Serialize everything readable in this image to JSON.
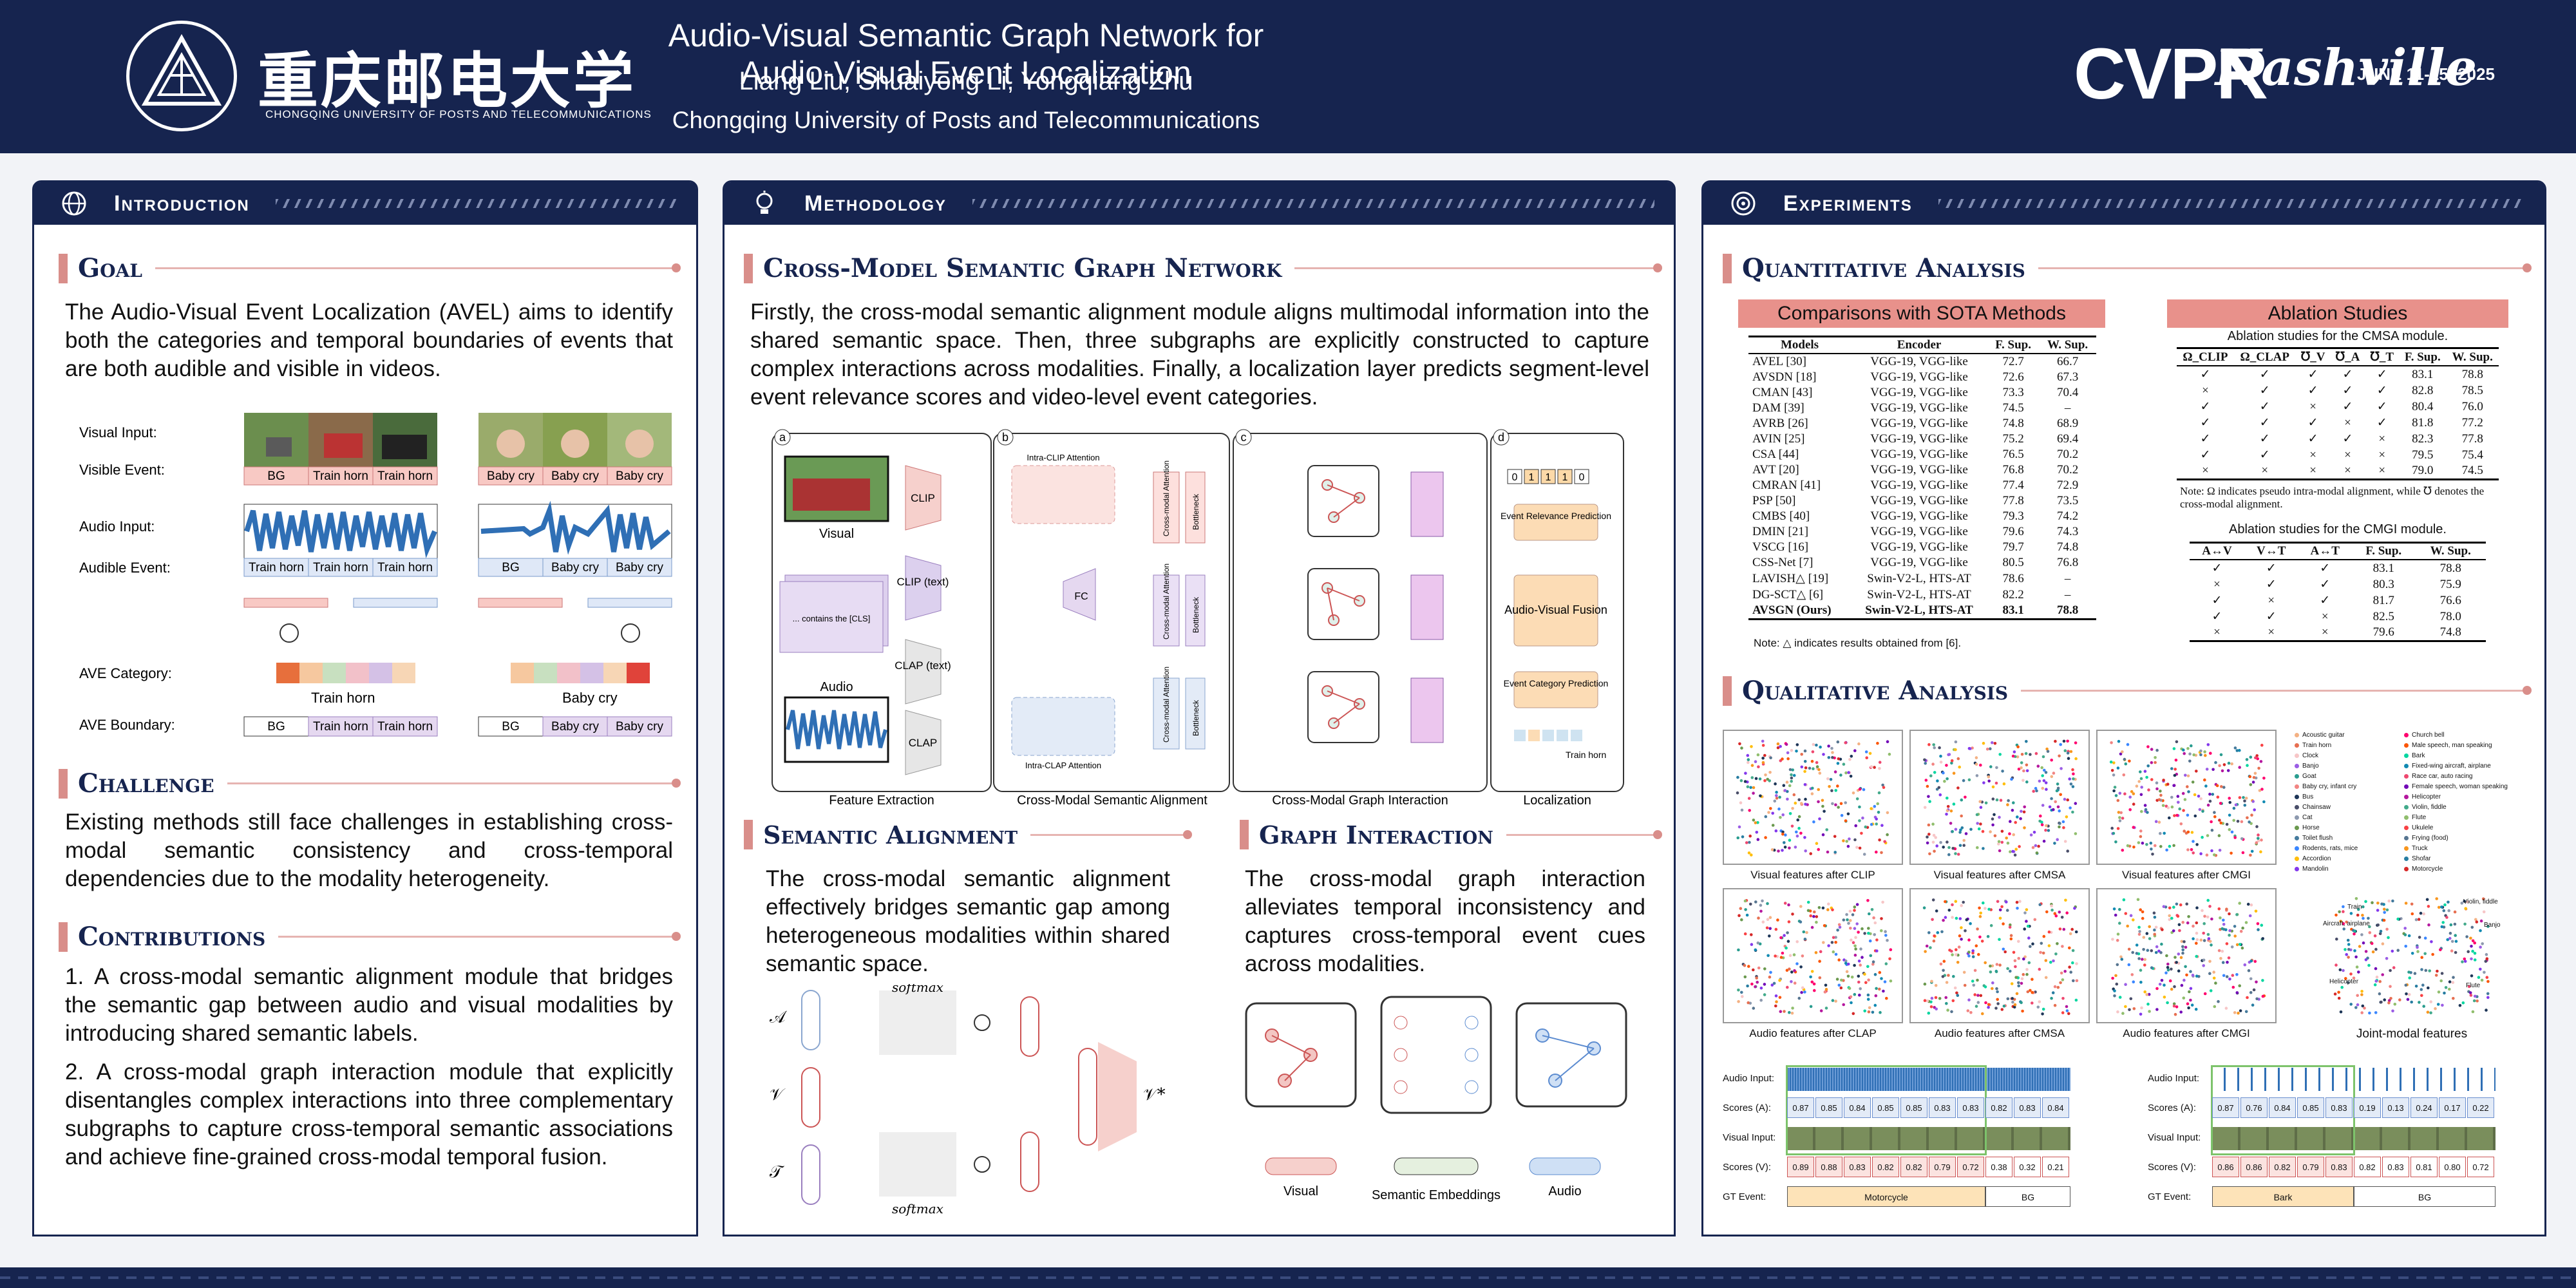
{
  "header": {
    "title": "Audio-Visual Semantic Graph Network for Audio-Visual Event Localization",
    "authors": "Liang Liu, Shuaiyong Li, Yongqiang Zhu",
    "affiliation": "Chongqing University of Posts and Telecommunications",
    "university_cn": "重庆邮电大学",
    "university_en": "CHONGQING UNIVERSITY OF POSTS AND TELECOMMUNICATIONS",
    "conf": "CVPR",
    "conf_city": "Nashville",
    "conf_dates": "JUNE 11-15, 2025"
  },
  "intro": {
    "heading": "Introduction",
    "goal_title": "Goal",
    "goal_text": "The Audio-Visual Event Localization (AVEL) aims to identify both the categories and temporal boundaries of events that are both audible and visible in videos.",
    "fig_labels": {
      "visual_input": "Visual Input:",
      "visible_event": "Visible Event:",
      "audio_input": "Audio Input:",
      "audible_event": "Audible Event:",
      "ave_category": "AVE Category:",
      "ave_boundary": "AVE Boundary:",
      "left_visible": [
        "BG",
        "Train horn",
        "Train horn"
      ],
      "right_visible": [
        "Baby cry",
        "Baby cry",
        "Baby cry"
      ],
      "left_audible": [
        "Train horn",
        "Train horn",
        "Train horn"
      ],
      "right_audible": [
        "BG",
        "Baby cry",
        "Baby cry"
      ],
      "left_category": "Train horn",
      "right_category": "Baby cry",
      "left_boundary": [
        "BG",
        "Train horn",
        "Train horn"
      ],
      "right_boundary": [
        "BG",
        "Baby cry",
        "Baby cry"
      ]
    },
    "challenge_title": "Challenge",
    "challenge_text": "Existing methods still face challenges in establishing cross-modal semantic consistency and cross-temporal dependencies due to the modality heterogeneity.",
    "contrib_title": "Contributions",
    "contrib_1": "1. A cross-modal semantic alignment module that bridges the semantic gap between audio and visual modalities by introducing shared semantic labels.",
    "contrib_2": "2. A cross-modal graph interaction module that explicitly disentangles complex interactions into three complementary subgraphs to capture cross-temporal semantic associations and achieve fine-grained cross-modal temporal fusion."
  },
  "method": {
    "heading": "Methodology",
    "net_title": "Cross-Model Semantic Graph Network",
    "net_text": "Firstly, the cross-modal semantic alignment module aligns multimodal information into the shared semantic space. Then, three subgraphs are explicitly constructed to capture complex interactions across modalities. Finally, a localization layer predicts segment-level event relevance scores and video-level event categories.",
    "diag": {
      "a": "a",
      "b": "b",
      "c": "c",
      "d": "d",
      "visual": "Visual",
      "audio": "Audio",
      "clip": "CLIP",
      "clip_text": "CLIP (text)",
      "clap_text": "CLAP (text)",
      "clap": "CLAP",
      "prompt": "... contains the [CLS]",
      "intra_clip": "Intra-CLIP Attention",
      "intra_clap": "Intra-CLAP Attention",
      "fc": "FC",
      "cma": "Cross-modal Attention",
      "bottleneck": "Bottleneck",
      "feature_extraction": "Feature Extraction",
      "cmsa": "Cross-Modal Semantic Alignment",
      "cmgi": "Cross-Modal Graph Interaction",
      "localization": "Localization",
      "relevance": "Event Relevance Prediction",
      "fusion": "Audio-Visual Fusion",
      "category": "Event Category Prediction",
      "bits": [
        "0",
        "1",
        "1",
        "1",
        "0"
      ],
      "train_horn": "Train horn"
    },
    "sa_title": "Semantic Alignment",
    "sa_text": "The cross-modal semantic alignment effectively bridges semantic gap among heterogeneous modalities within shared semantic space.",
    "sa_diag": {
      "A": "𝒜",
      "V": "𝒱",
      "T": "𝒯",
      "softmax": "softmax",
      "out": "𝒱*"
    },
    "gi_title": "Graph Interaction",
    "gi_text": "The cross-modal graph interaction alleviates temporal inconsistency and captures cross-temporal event cues across modalities.",
    "gi_diag": {
      "visual": "Visual",
      "sem": "Semantic Embeddings",
      "audio": "Audio"
    }
  },
  "exp": {
    "heading": "Experiments",
    "quant_title": "Quantitative Analysis",
    "sota_title": "Comparisons with SOTA Methods",
    "sota_head": [
      "Models",
      "Encoder",
      "F. Sup.",
      "W. Sup."
    ],
    "sota_rows": [
      [
        "AVEL [30]",
        "VGG-19, VGG-like",
        "72.7",
        "66.7"
      ],
      [
        "AVSDN [18]",
        "VGG-19, VGG-like",
        "72.6",
        "67.3"
      ],
      [
        "CMAN [43]",
        "VGG-19, VGG-like",
        "73.3",
        "70.4"
      ],
      [
        "DAM [39]",
        "VGG-19, VGG-like",
        "74.5",
        "–"
      ],
      [
        "AVRB [26]",
        "VGG-19, VGG-like",
        "74.8",
        "68.9"
      ],
      [
        "AVIN [25]",
        "VGG-19, VGG-like",
        "75.2",
        "69.4"
      ],
      [
        "CSA [44]",
        "VGG-19, VGG-like",
        "76.5",
        "70.2"
      ],
      [
        "AVT [20]",
        "VGG-19, VGG-like",
        "76.8",
        "70.2"
      ],
      [
        "CMRAN [41]",
        "VGG-19, VGG-like",
        "77.4",
        "72.9"
      ],
      [
        "PSP [50]",
        "VGG-19, VGG-like",
        "77.8",
        "73.5"
      ],
      [
        "CMBS [40]",
        "VGG-19, VGG-like",
        "79.3",
        "74.2"
      ],
      [
        "DMIN [21]",
        "VGG-19, VGG-like",
        "79.6",
        "74.3"
      ],
      [
        "VSCG [16]",
        "VGG-19, VGG-like",
        "79.7",
        "74.8"
      ],
      [
        "CSS-Net [7]",
        "VGG-19, VGG-like",
        "80.5",
        "76.8"
      ],
      [
        "LAVISH△ [19]",
        "Swin-V2-L, HTS-AT",
        "78.6",
        "–"
      ],
      [
        "DG-SCT△ [6]",
        "Swin-V2-L, HTS-AT",
        "82.2",
        "–"
      ],
      [
        "AVSGN (Ours)",
        "Swin-V2-L, HTS-AT",
        "83.1",
        "78.8"
      ]
    ],
    "sota_note": "Note: △ indicates results obtained from [6].",
    "abl_title": "Ablation Studies",
    "abl1_caption": "Ablation studies for the CMSA module.",
    "abl1_head": [
      "Ω_CLIP",
      "Ω_CLAP",
      "℧_V",
      "℧_A",
      "℧_T",
      "F. Sup.",
      "W. Sup."
    ],
    "abl1_rows": [
      [
        "✓",
        "✓",
        "✓",
        "✓",
        "✓",
        "83.1",
        "78.8"
      ],
      [
        "×",
        "✓",
        "✓",
        "✓",
        "✓",
        "82.8",
        "78.5"
      ],
      [
        "✓",
        "✓",
        "×",
        "✓",
        "✓",
        "80.4",
        "76.0"
      ],
      [
        "✓",
        "✓",
        "✓",
        "×",
        "✓",
        "81.8",
        "77.2"
      ],
      [
        "✓",
        "✓",
        "✓",
        "✓",
        "×",
        "82.3",
        "77.8"
      ],
      [
        "✓",
        "✓",
        "×",
        "×",
        "×",
        "79.5",
        "75.4"
      ],
      [
        "×",
        "×",
        "×",
        "×",
        "×",
        "79.0",
        "74.5"
      ]
    ],
    "abl1_note": "Note: Ω indicates pseudo intra-modal alignment, while ℧ denotes the cross-modal alignment.",
    "abl2_caption": "Ablation studies for the CMGI module.",
    "abl2_head": [
      "A↔V",
      "V↔T",
      "A↔T",
      "F. Sup.",
      "W. Sup."
    ],
    "abl2_rows": [
      [
        "✓",
        "✓",
        "✓",
        "83.1",
        "78.8"
      ],
      [
        "×",
        "✓",
        "✓",
        "80.3",
        "75.9"
      ],
      [
        "✓",
        "×",
        "✓",
        "81.7",
        "76.6"
      ],
      [
        "✓",
        "✓",
        "×",
        "82.5",
        "78.0"
      ],
      [
        "×",
        "×",
        "×",
        "79.6",
        "74.8"
      ]
    ],
    "qual_title": "Qualitative Analysis",
    "tsne_caps": [
      "Visual features after CLIP",
      "Visual features after CMSA",
      "Visual features after CMGI",
      "Audio features after CLAP",
      "Audio features after CMSA",
      "Audio features after CMGI",
      "Joint-modal features"
    ],
    "legend_left": [
      "Acoustic guitar",
      "Train horn",
      "Clock",
      "Banjo",
      "Goat",
      "Baby cry, infant cry",
      "Bus",
      "Chainsaw",
      "Cat",
      "Horse",
      "Toilet flush",
      "Rodents, rats, mice",
      "Accordion",
      "Mandolin"
    ],
    "legend_right": [
      "Church bell",
      "Male speech, man speaking",
      "Bark",
      "Fixed-wing aircraft, airplane",
      "Race car, auto racing",
      "Female speech, woman speaking",
      "Helicopter",
      "Violin, fiddle",
      "Flute",
      "Ukulele",
      "Frying (food)",
      "Truck",
      "Shofar",
      "Motorcycle"
    ],
    "legend_colors": [
      "#f4b183",
      "#e76f51",
      "#f7c6c7",
      "#9b5de5",
      "#2a9d8f",
      "#f28482",
      "#1d3557",
      "#4a4e69",
      "#8d99ae",
      "#6a994e",
      "#457b9d",
      "#3a86ff",
      "#ffbe0b",
      "#8338ec",
      "#ff006e",
      "#fb5607",
      "#06d6a0",
      "#118ab2",
      "#ef476f",
      "#7209b7",
      "#b5179e",
      "#43aa8b",
      "#90be6d",
      "#f94144",
      "#577590",
      "#f8961e",
      "#277da1",
      "#d62828"
    ],
    "joint_labels": [
      "Train",
      "Violin, fiddle",
      "Banjo",
      "Aircraft, airplane",
      "Helicopter",
      "Flute"
    ],
    "scores_left": {
      "rows": [
        "Audio Input:",
        "Scores (A):",
        "Visual Input:",
        "Scores (V):",
        "GT Event:"
      ],
      "scores_a": [
        "0.87",
        "0.85",
        "0.84",
        "0.85",
        "0.85",
        "0.83",
        "0.83",
        "0.82",
        "0.83",
        "0.84"
      ],
      "scores_v": [
        "0.89",
        "0.88",
        "0.83",
        "0.82",
        "0.82",
        "0.79",
        "0.72",
        "0.38",
        "0.32",
        "0.21"
      ],
      "gt": [
        "Motorcycle",
        "BG"
      ]
    },
    "scores_right": {
      "rows": [
        "Audio Input:",
        "Scores (A):",
        "Visual Input:",
        "Scores (V):",
        "GT Event:"
      ],
      "scores_a": [
        "0.87",
        "0.76",
        "0.84",
        "0.85",
        "0.83",
        "0.19",
        "0.13",
        "0.24",
        "0.17",
        "0.22"
      ],
      "scores_v": [
        "0.86",
        "0.86",
        "0.82",
        "0.79",
        "0.83",
        "0.82",
        "0.83",
        "0.81",
        "0.80",
        "0.72"
      ],
      "gt": [
        "Bark",
        "BG"
      ]
    }
  }
}
